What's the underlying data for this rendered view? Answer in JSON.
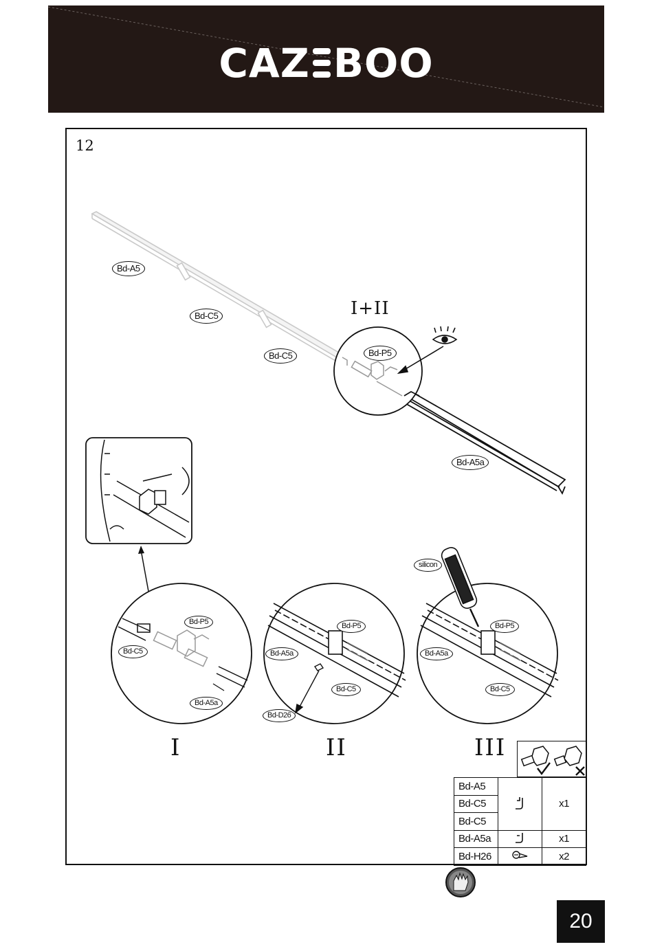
{
  "brand": {
    "part1": "CAZ",
    "part2": "BOO"
  },
  "step": {
    "number": "12"
  },
  "detail_labels": {
    "top": "I+II",
    "one": "I",
    "two": "II",
    "three": "III"
  },
  "parts_labels": {
    "bd_a5": "Bd-A5",
    "bd_c5_a": "Bd-C5",
    "bd_c5_b": "Bd-C5",
    "bd_p5": "Bd-P5",
    "bd_a5a": "Bd-A5a",
    "silicon": "silicon",
    "bd_d26": "Bd-D26"
  },
  "parts_table": {
    "rows": [
      {
        "part": "Bd-A5",
        "qty": "x1"
      },
      {
        "part": "Bd-C5"
      },
      {
        "part": "Bd-C5"
      },
      {
        "part": "Bd-A5a",
        "qty": "x1"
      },
      {
        "part": "Bd-H26",
        "qty": "x2"
      }
    ]
  },
  "icons": {
    "eye": "eye-icon",
    "glove": "glove-icon",
    "bolt_ok": "bolt-tightened-icon",
    "bolt_no": "bolt-loose-icon",
    "hook": "hook-icon",
    "screw": "screw-icon"
  },
  "page": {
    "number": "20"
  }
}
